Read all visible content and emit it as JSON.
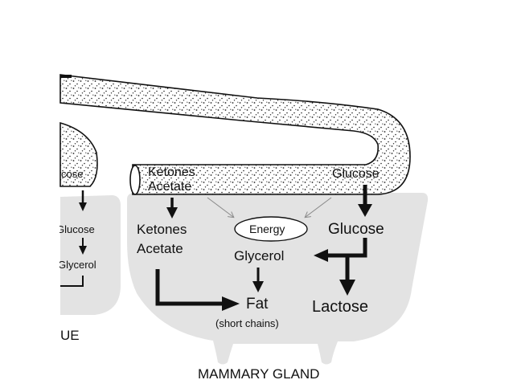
{
  "diagram": {
    "tube": {
      "top_left_1": "Ketones",
      "top_left_2": "Acetate",
      "top_right": "Glucose",
      "left_fragment": "cose"
    },
    "mammary": {
      "ketones": "Ketones",
      "acetate": "Acetate",
      "energy": "Energy",
      "glucose": "Glucose",
      "glycerol": "Glycerol",
      "fat": "Fat",
      "fat_note": "(short chains)",
      "lactose": "Lactose",
      "title": "MAMMARY GLAND"
    },
    "left_tissue": {
      "glucose": "Glucose",
      "glycerol": "Glycerol",
      "title_fragment": "UE"
    },
    "colors": {
      "gland_fill": "#e3e3e3",
      "tube_fill": "#ffffff",
      "ink": "#111111",
      "thin_arrow": "#8a8a8a"
    }
  }
}
